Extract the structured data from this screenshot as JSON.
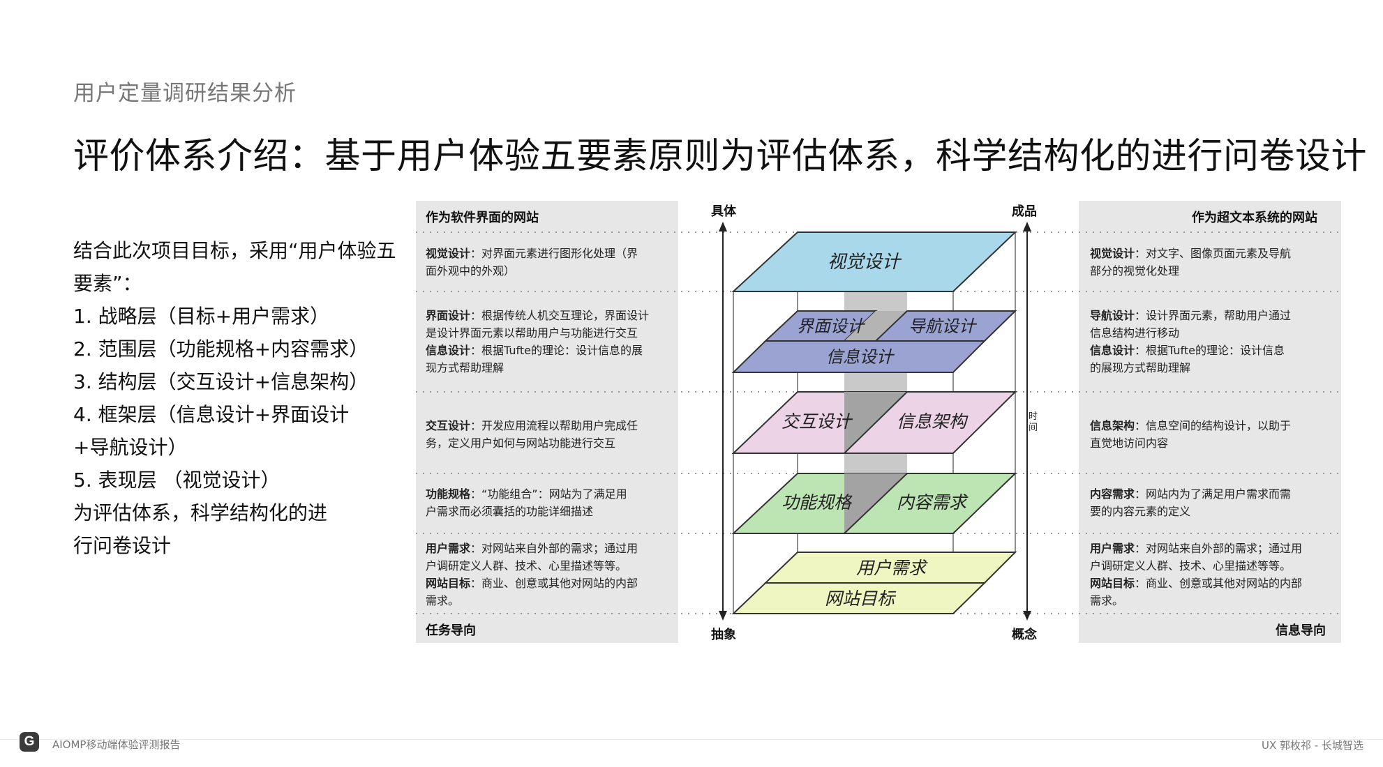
{
  "header": {
    "subtitle": "用户定量调研结果分析",
    "title": "评价体系介绍：基于用户体验五要素原则为评估体系，科学结构化的进行问卷设计"
  },
  "intro_lines": [
    "结合此次项目目标，采用“用户体验五",
    "要素”：",
    "1. 战略层（目标+用户需求）",
    "2. 范围层（功能规格+内容需求）",
    "3. 结构层（交互设计+信息架构）",
    "4. 框架层（信息设计+界面设计",
    "+导航设计）",
    "5. 表现层 （视觉设计）",
    "为评估体系，科学结构化的进",
    "行问卷设计"
  ],
  "diagram": {
    "left_header": "作为软件界面的网站",
    "right_header": "作为超文本系统的网站",
    "left_footer": "任务导向",
    "right_footer": "信息导向",
    "axis": {
      "top_left": "具体",
      "top_right": "成品",
      "bottom_left": "抽象",
      "bottom_right": "概念",
      "time": "时间"
    },
    "layers": {
      "visual": "视觉设计",
      "interface": "界面设计",
      "navigation": "导航设计",
      "information_design": "信息设计",
      "interaction": "交互设计",
      "info_arch": "信息架构",
      "functional_spec": "功能规格",
      "content_req": "内容需求",
      "user_needs": "用户需求",
      "site_objectives": "网站目标"
    },
    "layer_colors": {
      "visual": "#a9d8ea",
      "framework": "#9aa3d2",
      "structure": "#ecd3e6",
      "scope": "#bde4b3",
      "strategy": "#eff6c2"
    },
    "left_desc": {
      "r1": {
        "t1": "视觉设计",
        "b1": "：对界面元素进行图形化处理（界",
        "b2": "面外观中的外观）"
      },
      "r2": {
        "t1": "界面设计",
        "b1": "：根据传统人机交互理论，界面设计",
        "b2": "是设计界面元素以帮助用户与功能进行交互",
        "t2": "信息设计",
        "b3": "：根据Tufte的理论：设计信息的展",
        "b4": "现方式帮助理解"
      },
      "r3": {
        "t1": "交互设计",
        "b1": "：开发应用流程以帮助用户完成任",
        "b2": "务，定义用户如何与网站功能进行交互"
      },
      "r4": {
        "t1": "功能规格",
        "b1": "：“功能组合”：网站为了满足用",
        "b2": "户需求而必须囊括的功能详细描述"
      },
      "r5": {
        "t1": "用户需求",
        "b1": "：对网站来自外部的需求；通过用",
        "b2": "户调研定义人群、技术、心里描述等等。",
        "t2": "网站目标",
        "b3": "：商业、创意或其他对网站的内部",
        "b4": "需求。"
      }
    },
    "right_desc": {
      "r1": {
        "t1": "视觉设计",
        "b1": "：对文字、图像页面元素及导航",
        "b2": "部分的视觉化处理"
      },
      "r2": {
        "t1": "导航设计",
        "b1": "：设计界面元素，帮助用户通过",
        "b2": "信息结构进行移动",
        "t2": "信息设计",
        "b3": "：根据Tufte的理论：设计信息",
        "b4": "的展现方式帮助理解"
      },
      "r3": {
        "t1": "信息架构",
        "b1": "：信息空间的结构设计，以助于",
        "b2": "直觉地访问内容"
      },
      "r4": {
        "t1": "内容需求",
        "b1": "：网站内为了满足用户需求而需",
        "b2": "要的内容元素的定义"
      },
      "r5": {
        "t1": "用户需求",
        "b1": "：对网站来自外部的需求；通过用",
        "b2": "户调研定义人群、技术、心里描述等等。",
        "t2": "网站目标",
        "b3": "：商业、创意或其他对网站的内部",
        "b4": "需求。"
      }
    }
  },
  "footer": {
    "logo_letter": "G",
    "left": "AIOMP移动端体验评测报告",
    "right": "UX 郭枚祁 - 长城智选"
  }
}
